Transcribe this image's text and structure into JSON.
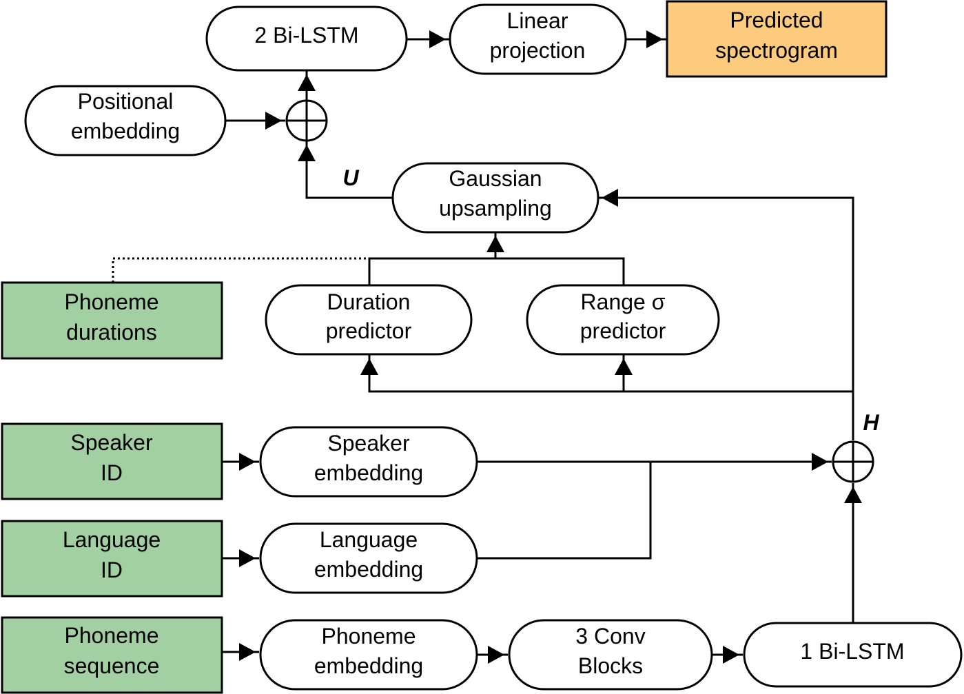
{
  "colors": {
    "input": "#a2d0a2",
    "predictor": "#a9d3dc",
    "output": "#fdcb7d",
    "module": "#ffffff",
    "stroke": "#000000"
  },
  "nodes": {
    "phoneme_sequence": [
      "Phoneme",
      "sequence"
    ],
    "language_id": [
      "Language",
      "ID"
    ],
    "speaker_id": [
      "Speaker",
      "ID"
    ],
    "phoneme_durations": [
      "Phoneme",
      "durations"
    ],
    "phoneme_embedding": [
      "Phoneme",
      "embedding"
    ],
    "language_embedding": [
      "Language",
      "embedding"
    ],
    "speaker_embedding": [
      "Speaker",
      "embedding"
    ],
    "conv_blocks": [
      "3 Conv",
      "Blocks"
    ],
    "bi_lstm_1": [
      "1 Bi-LSTM"
    ],
    "duration_predictor": [
      "Duration",
      "predictor"
    ],
    "range_predictor": [
      "Range σ",
      "predictor"
    ],
    "gaussian_upsampling": [
      "Gaussian",
      "upsampling"
    ],
    "positional_embedding": [
      "Positional",
      "embedding"
    ],
    "bi_lstm_2": [
      "2 Bi-LSTM"
    ],
    "linear_projection": [
      "Linear",
      "projection"
    ],
    "predicted_spectrogram": [
      "Predicted",
      "spectrogram"
    ]
  },
  "symbols": {
    "H": "H",
    "U": "U"
  }
}
